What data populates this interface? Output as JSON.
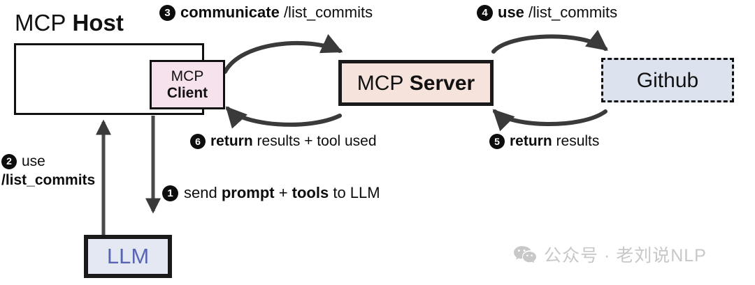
{
  "diagram": {
    "title": "MCP Host",
    "host": {
      "title_regular": "MCP",
      "title_bold": "Host"
    },
    "nodes": {
      "client": {
        "line1": "MCP",
        "line2": "Client",
        "fill": "#f6e2ec"
      },
      "server": {
        "label_regular": "MCP",
        "label_bold": "Server",
        "fill": "#f6e4dc"
      },
      "github": {
        "label": "Github",
        "fill": "#dde3ee"
      },
      "llm": {
        "label": "LLM",
        "fill": "#e4e8f3",
        "text_color": "#5865b5"
      }
    },
    "steps": [
      {
        "num": "1",
        "bold_first": "",
        "text_parts": "send prompt + tools to LLM",
        "p1": "send ",
        "p2": "prompt",
        "p3": " + ",
        "p4": "tools",
        "p5": " to LLM"
      },
      {
        "num": "2",
        "line1": "use",
        "line2": "/list_commits"
      },
      {
        "num": "3",
        "bold": "communicate",
        "rest": " /list_commits"
      },
      {
        "num": "4",
        "bold": "use",
        "rest": " /list_commits"
      },
      {
        "num": "5",
        "bold": "return",
        "rest": " results"
      },
      {
        "num": "6",
        "bold": "return",
        "rest": " results + tool used"
      }
    ],
    "watermark": {
      "text": "公众号 · 老刘说NLP",
      "color": "#c8c8c8"
    },
    "colors": {
      "stroke": "#3a3a3a",
      "box_border": "#111111",
      "background": "#ffffff"
    }
  }
}
